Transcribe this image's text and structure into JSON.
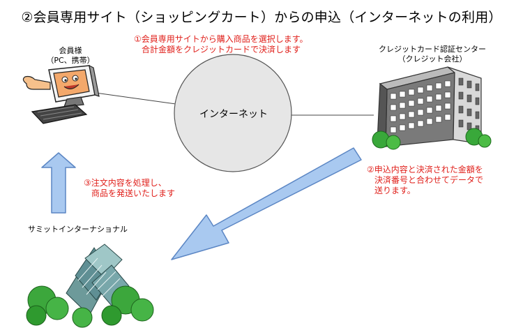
{
  "title": "②会員専用サイト（ショッピングカート）からの申込（インターネットの利用）",
  "member": {
    "line1": "会員様",
    "line2": "（PC、携帯）"
  },
  "card_center": {
    "line1": "クレジットカード認証センター",
    "line2": "（クレジット会社）"
  },
  "company": {
    "name": "サミットインターナショナル"
  },
  "internet": {
    "label": "インターネット"
  },
  "step1": {
    "line1": "①会員専用サイトから購入商品を選択します。",
    "line2": "合計金額をクレジットカードで決済します"
  },
  "step2": {
    "line1": "②申込内容と決済された金額を",
    "line2": "決済番号と合わせてデータで",
    "line3": "送ります。"
  },
  "step3": {
    "line1": "③注文内容を処理し、",
    "line2": "商品を発送いたします"
  },
  "colors": {
    "step_text": "#e0201b",
    "arrow_fill": "#a9c9f0",
    "arrow_stroke": "#5b86c4",
    "cloud_fill": "#e6e6e6"
  }
}
